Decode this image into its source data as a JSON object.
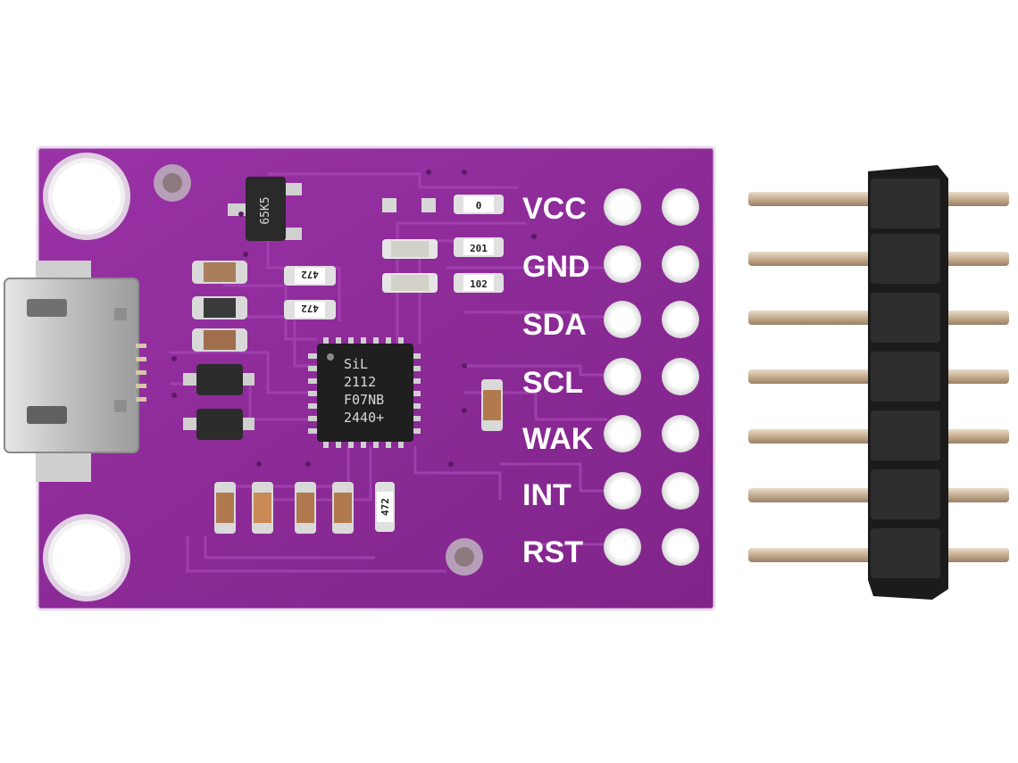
{
  "pin_labels": [
    "VCC",
    "GND",
    "SDA",
    "SCL",
    "WAK",
    "INT",
    "RST"
  ],
  "ic_marking": {
    "line1": "SiL",
    "line2": "2112",
    "line3": "F07NB",
    "line4": "2440+"
  },
  "transistor_marking": "65K5",
  "resistor_markings": {
    "r1": "472",
    "r2": "472",
    "r3": "201",
    "r4": "102",
    "r5": "0",
    "r6": "472"
  },
  "colors": {
    "pcb": "#8e2a9a",
    "pcb_dark": "#6d1c78",
    "trace": "#9b3aa8",
    "silkscreen": "#ffffff",
    "header_plastic": "#1f1f1f",
    "pin_metal": "#c9b49a",
    "usb_metal": "#c8c8c8"
  }
}
